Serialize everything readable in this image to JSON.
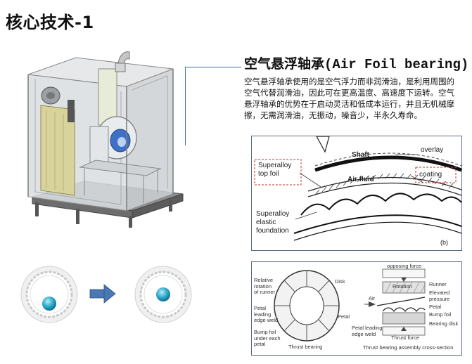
{
  "page": {
    "title": "核心技术-1"
  },
  "section": {
    "title_cn": "空气悬浮轴承",
    "title_en": "(Air Foil bearing)",
    "description_lines": [
      "空气悬浮轴承使用的是空气浮力而非润滑油，是利用周围的",
      "空气代替润滑油，因此可在更高温度、高速度下运转。空气",
      "悬浮轴承的优势在于启动灵活和低成本运行，并且无机械摩",
      "擦，无需润滑油，无振动，噪音少，半永久寿命。"
    ]
  },
  "cross_section": {
    "labels": {
      "shaft": "Shaft",
      "overlay": "overlay",
      "top_foil": "Superalloy\ntop foil",
      "air_fluid": "Air fluid",
      "coating": "coating",
      "foundation": "Superalloy\nelastic\nfoundation",
      "panel_id": "(b)"
    }
  },
  "thrust_diagram": {
    "labels": {
      "relative_rotation": "Relative\nrotation\nof runner",
      "disk": "Disk",
      "petal_leading": "Petal\nleading\nedge weld",
      "petal": "Petal",
      "bump_foil_under": "Bump foil\nunder each\npetal",
      "thrust_bearing": "Thrust bearing",
      "opposing_force": "opposing force",
      "rotation": "Rotation",
      "runner": "Runner",
      "elevated_pressure": "Elevated\npressure",
      "air": "Air",
      "petal_right": "Petal",
      "bump_foil": "Bump foil",
      "bearing_disk": "Bearing disk",
      "petal_leading_right": "Petal leading\nedge weld",
      "thrust_force": "Thrust force",
      "assembly": "Thrust bearing assembly cross-section"
    }
  },
  "colors": {
    "callout_line": "#3a6fa8",
    "arrow": "#4a78b4",
    "ball": "#2aa7c9",
    "highlight_box": "#c0392b",
    "machine_frame": "#b9b9b9"
  }
}
